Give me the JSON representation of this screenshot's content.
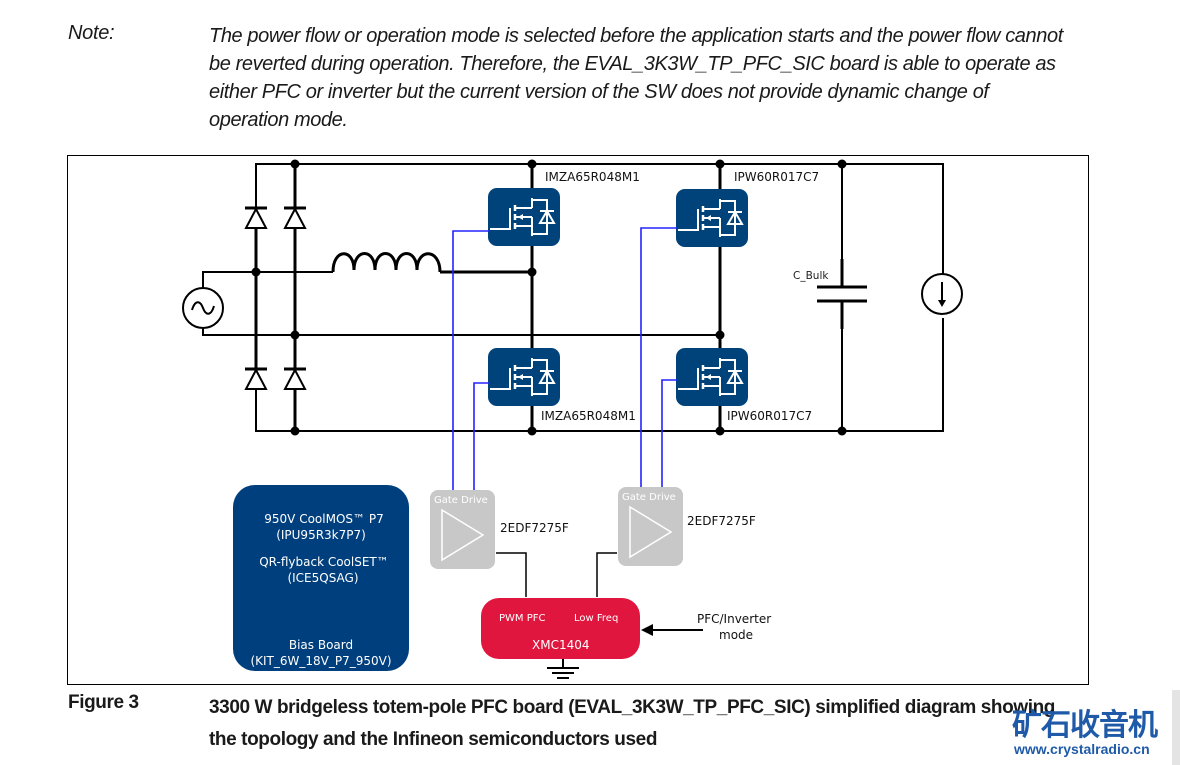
{
  "note": {
    "label": "Note:",
    "text": "The power flow or operation mode is selected before the application starts and the power flow cannot be reverted during operation. Therefore, the EVAL_3K3W_TP_PFC_SIC board is able to operate as either PFC or inverter but the current version of the SW does not provide dynamic change of operation mode."
  },
  "diagram": {
    "mosfet_top_left": "IMZA65R048M1",
    "mosfet_bottom_left": "IMZA65R048M1",
    "mosfet_top_right": "IPW60R017C7",
    "mosfet_bottom_right": "IPW60R017C7",
    "capacitor": "C_Bulk",
    "gate_drive_left": {
      "title": "Gate Drive",
      "part": "2EDF7275F"
    },
    "gate_drive_right": {
      "title": "Gate Drive",
      "part": "2EDF7275F"
    },
    "bias_board": {
      "line1": "950V CoolMOS™ P7",
      "line2": "(IPU95R3k7P7)",
      "line3": "QR-flyback CoolSET™",
      "line4": "(ICE5QSAG)",
      "line5": "Bias Board",
      "line6": "(KIT_6W_18V_P7_950V)"
    },
    "controller": {
      "pwm_label": "PWM PFC",
      "lf_label": "Low Freq",
      "name": "XMC1404"
    },
    "mode_input": {
      "line1": "PFC/Inverter",
      "line2": "mode"
    },
    "colors": {
      "mosfet": "#00427a",
      "bias": "#003f7d",
      "controller": "#e0163e",
      "gate_drive": "#c8c8c8",
      "signal_wire": "#2323ff",
      "wire": "#000000"
    }
  },
  "caption": {
    "label": "Figure 3",
    "text": "3300 W bridgeless totem-pole PFC board (EVAL_3K3W_TP_PFC_SIC) simplified diagram showing the topology and the Infineon semiconductors used"
  },
  "watermark": {
    "cn": "矿石收音机",
    "url": "www.crystalradio.cn"
  }
}
